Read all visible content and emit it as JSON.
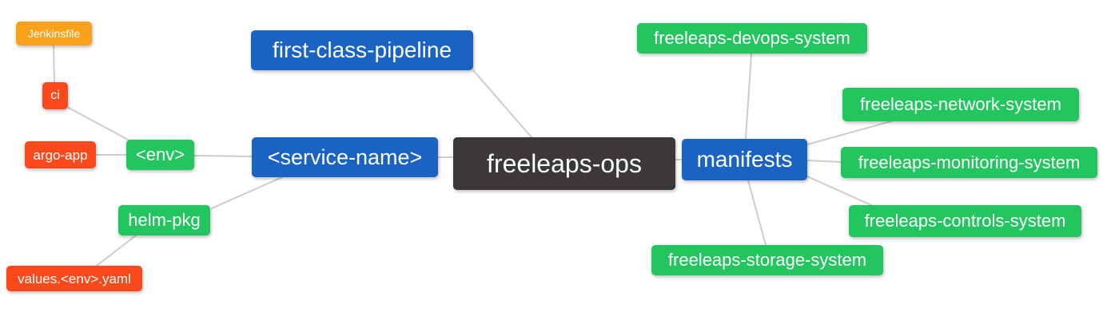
{
  "diagram": {
    "type": "mindmap",
    "root_label": "freeleaps-ops",
    "colors": {
      "root": "#3b3837",
      "blue": "#1b63c2",
      "green": "#22c55e",
      "orange": "#f9a11b",
      "red": "#fa4a1c",
      "edge": "#cccccc",
      "text": "#ffffff"
    },
    "nodes": {
      "root": {
        "label": "freeleaps-ops"
      },
      "first_class_pipeline": {
        "label": "first-class-pipeline"
      },
      "service_name": {
        "label": "<service-name>"
      },
      "env": {
        "label": "<env>"
      },
      "ci": {
        "label": "ci"
      },
      "jenkinsfile": {
        "label": "Jenkinsfile"
      },
      "argo_app": {
        "label": "argo-app"
      },
      "helm_pkg": {
        "label": "helm-pkg"
      },
      "values_env_yaml": {
        "label": "values.<env>.yaml"
      },
      "manifests": {
        "label": "manifests"
      },
      "devops_system": {
        "label": "freeleaps-devops-system"
      },
      "network_system": {
        "label": "freeleaps-network-system"
      },
      "monitoring_system": {
        "label": "freeleaps-monitoring-system"
      },
      "controls_system": {
        "label": "freeleaps-controls-system"
      },
      "storage_system": {
        "label": "freeleaps-storage-system"
      }
    },
    "edges": [
      {
        "from": "jenkinsfile",
        "to": "ci"
      },
      {
        "from": "ci",
        "to": "env"
      },
      {
        "from": "argo_app",
        "to": "env"
      },
      {
        "from": "env",
        "to": "service_name"
      },
      {
        "from": "first_class_pipeline",
        "to": "root"
      },
      {
        "from": "service_name",
        "to": "root"
      },
      {
        "from": "service_name",
        "to": "helm_pkg"
      },
      {
        "from": "helm_pkg",
        "to": "values_env_yaml"
      },
      {
        "from": "root",
        "to": "manifests"
      },
      {
        "from": "manifests",
        "to": "devops_system"
      },
      {
        "from": "manifests",
        "to": "network_system"
      },
      {
        "from": "manifests",
        "to": "monitoring_system"
      },
      {
        "from": "manifests",
        "to": "controls_system"
      },
      {
        "from": "manifests",
        "to": "storage_system"
      }
    ]
  }
}
